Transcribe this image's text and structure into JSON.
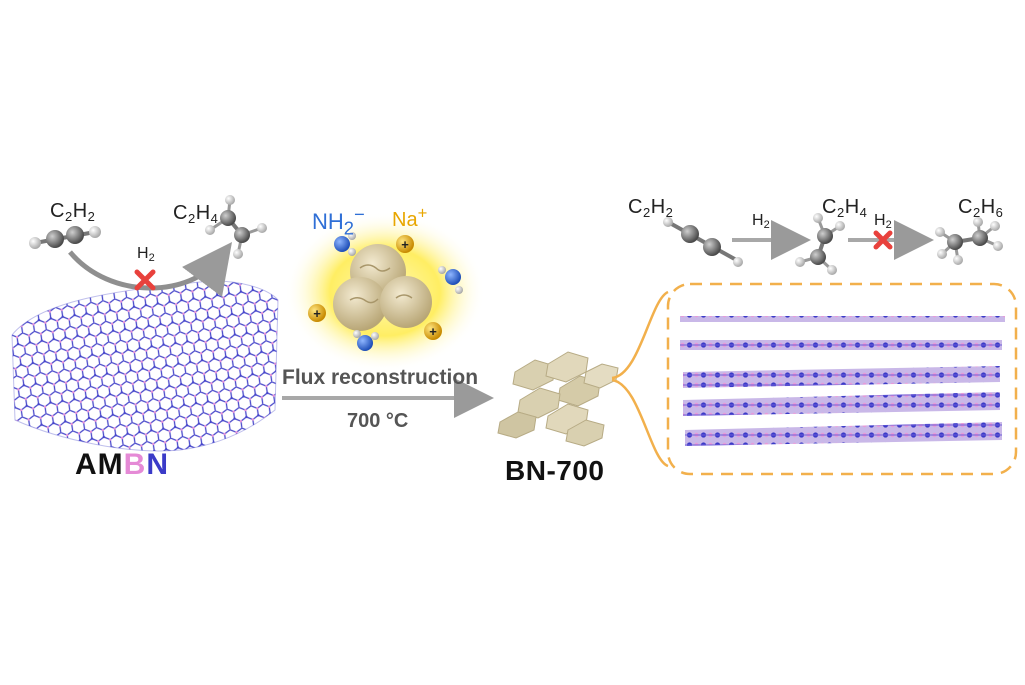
{
  "left_reaction": {
    "reactant": "C2H2",
    "product": "C2H4",
    "reagent": "H2"
  },
  "center": {
    "ion_amide": "NH2−",
    "ion_sodium": "Na+",
    "process_label": "Flux reconstruction",
    "temperature_label": "700 °C"
  },
  "left_material": {
    "name_part_am": "AM",
    "name_part_b": "B",
    "name_part_n": "N"
  },
  "product_material": {
    "name": "BN-700"
  },
  "right_reaction": {
    "reactant": "C2H2",
    "step1_reagent": "H2",
    "intermediate": "C2H4",
    "step2_reagent": "H2",
    "product": "C2H6"
  },
  "colors": {
    "boron": "#e58ad6",
    "nitrogen": "#3b3bc8",
    "cross": "#e8413c",
    "arrow": "#9a9a9a",
    "sodium": "#f2b705",
    "glow": "#fff27a",
    "flake": "#d9d0b0",
    "zoom_border": "#f2b04c"
  }
}
